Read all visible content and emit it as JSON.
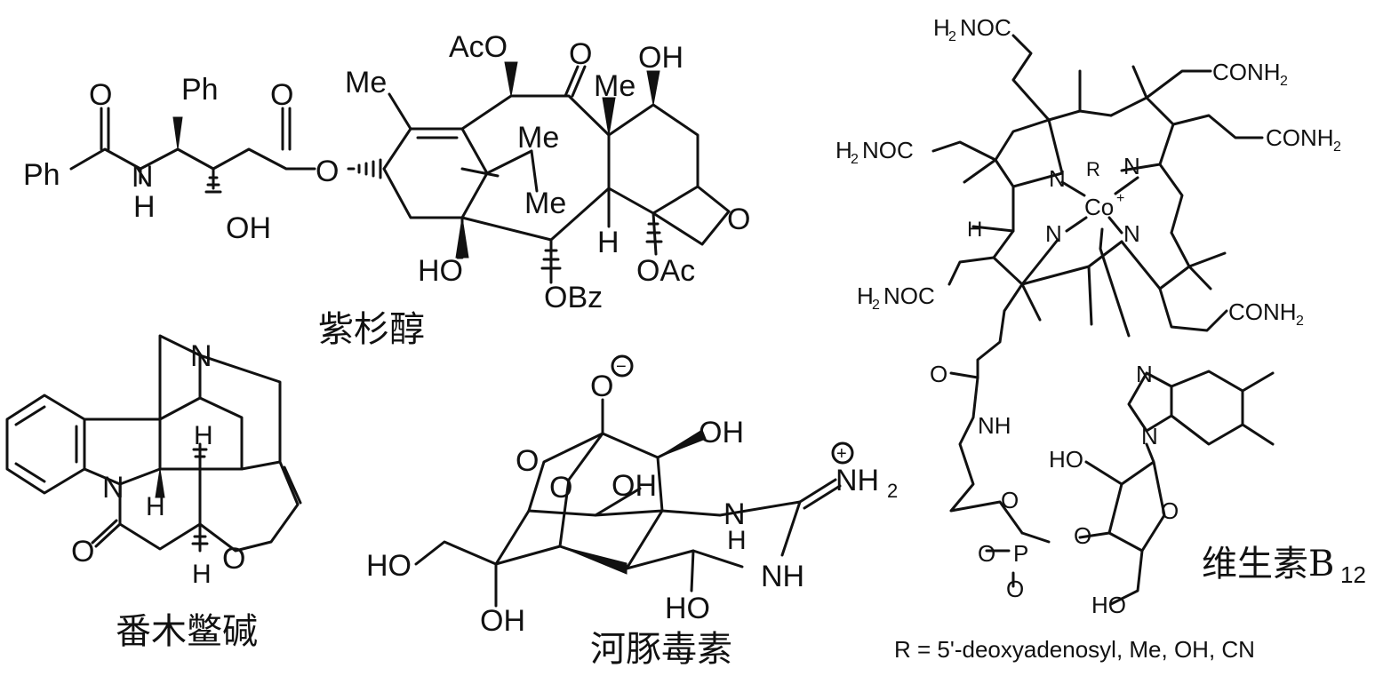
{
  "molecules": {
    "taxol": {
      "name": "紫杉醇"
    },
    "strychnine": {
      "name": "番木鳖碱"
    },
    "tetrodotoxin": {
      "name": "河豚毒素"
    },
    "b12": {
      "name": "维生素B",
      "name_sub": "12",
      "footnote": "R = 5'-deoxyadenosyl, Me, OH, CN"
    }
  },
  "atoms": {
    "O": "O",
    "N": "N",
    "H": "H",
    "Ph": "Ph",
    "OH": "OH",
    "HO": "HO",
    "Me": "Me",
    "AcO": "AcO",
    "OAc": "OAc",
    "OBz": "OBz",
    "NH": "NH",
    "NH2": "NH",
    "H2NOC": "H",
    "CONH2": "CONH",
    "Co": "Co",
    "R": "R",
    "P": "P",
    "sub2": "2",
    "plus": "+",
    "minus": "−",
    "Nocc": "NOC"
  },
  "colors": {
    "ink": "#111111",
    "background": "#ffffff"
  }
}
